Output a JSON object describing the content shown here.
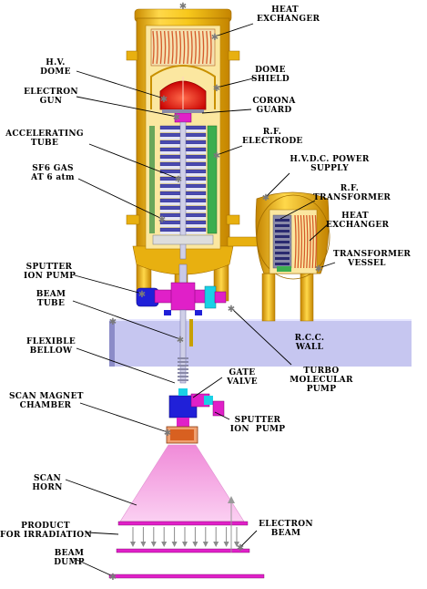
{
  "diagram": {
    "labels": {
      "heat_exchanger_top": "HEAT\nEXCHANGER",
      "hv_dome": "H.V.\nDOME",
      "dome_shield": "DOME\nSHIELD",
      "electron_gun": "ELECTRON\nGUN",
      "corona_guard": "CORONA\nGUARD",
      "accelerating_tube": "ACCELERATING\nTUBE",
      "rf_electrode": "R.F.\nELECTRODE",
      "sf6_gas": "SF6 GAS\nAT 6 atm",
      "hvdc_power_supply": "H.V.D.C. POWER\nSUPPLY",
      "rf_transformer": "R.F.\nTRANSFORMER",
      "heat_exchanger_side": "HEAT\nEXCHANGER",
      "transformer_vessel": "TRANSFORMER\nVESSEL",
      "sputter_ion_pump_upper": "SPUTTER\nION PUMP",
      "beam_tube": "BEAM\nTUBE",
      "rcc_wall": "R.C.C.\nWALL",
      "flexible_bellow": "FLEXIBLE\nBELLOW",
      "turbo_molecular_pump": "TURBO\nMOLECULAR\nPUMP",
      "gate_valve": "GATE\nVALVE",
      "scan_magnet_chamber": "SCAN MAGNET\nCHAMBER",
      "sputter_ion_pump_lower": "SPUTTER\nION  PUMP",
      "scan_horn": "SCAN\nHORN",
      "product_for_irradiation": "PRODUCT\nFOR IRRADIATION",
      "electron_beam": "ELECTRON\nBEAM",
      "beam_dump": "BEAM\nDUMP"
    },
    "colors": {
      "vessel_yellow": "#f2c21a",
      "vessel_dark": "#d49a00",
      "wall": "#c6c6f0",
      "horn": "#f5b6e8",
      "rf_green": "#3cae4f",
      "dome_red": "#e81010",
      "pump_magenta": "#e020c8",
      "pump_blue": "#2020d8",
      "pump_cyan": "#19d1e6",
      "coil": "#d55a2a"
    }
  }
}
